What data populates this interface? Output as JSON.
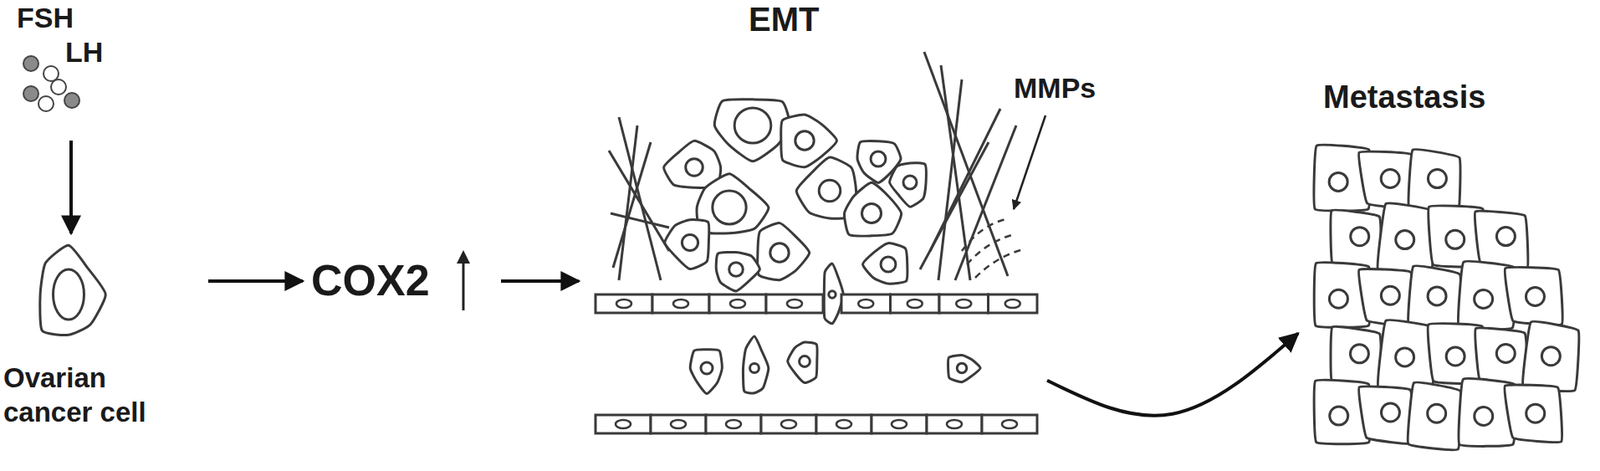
{
  "diagram": {
    "nodes": [
      {
        "text": [
          "FSH",
          "LH"
        ]
      },
      {
        "text": [
          "Ovarian cancer cell"
        ]
      },
      {
        "text": [
          "COX2"
        ]
      },
      {
        "text": [
          "EMT"
        ]
      },
      {
        "text": [
          "Metastasis"
        ]
      }
    ],
    "edges": [
      {
        "from": 0,
        "to": 1,
        "arrow": "to"
      },
      {
        "from": 1,
        "to": 2,
        "arrow": "to"
      },
      {
        "from": 2,
        "to": 3,
        "arrow": "to"
      },
      {
        "from": 3,
        "to": 4,
        "arrow": "to"
      }
    ],
    "labels": [
      "MMPs"
    ]
  }
}
